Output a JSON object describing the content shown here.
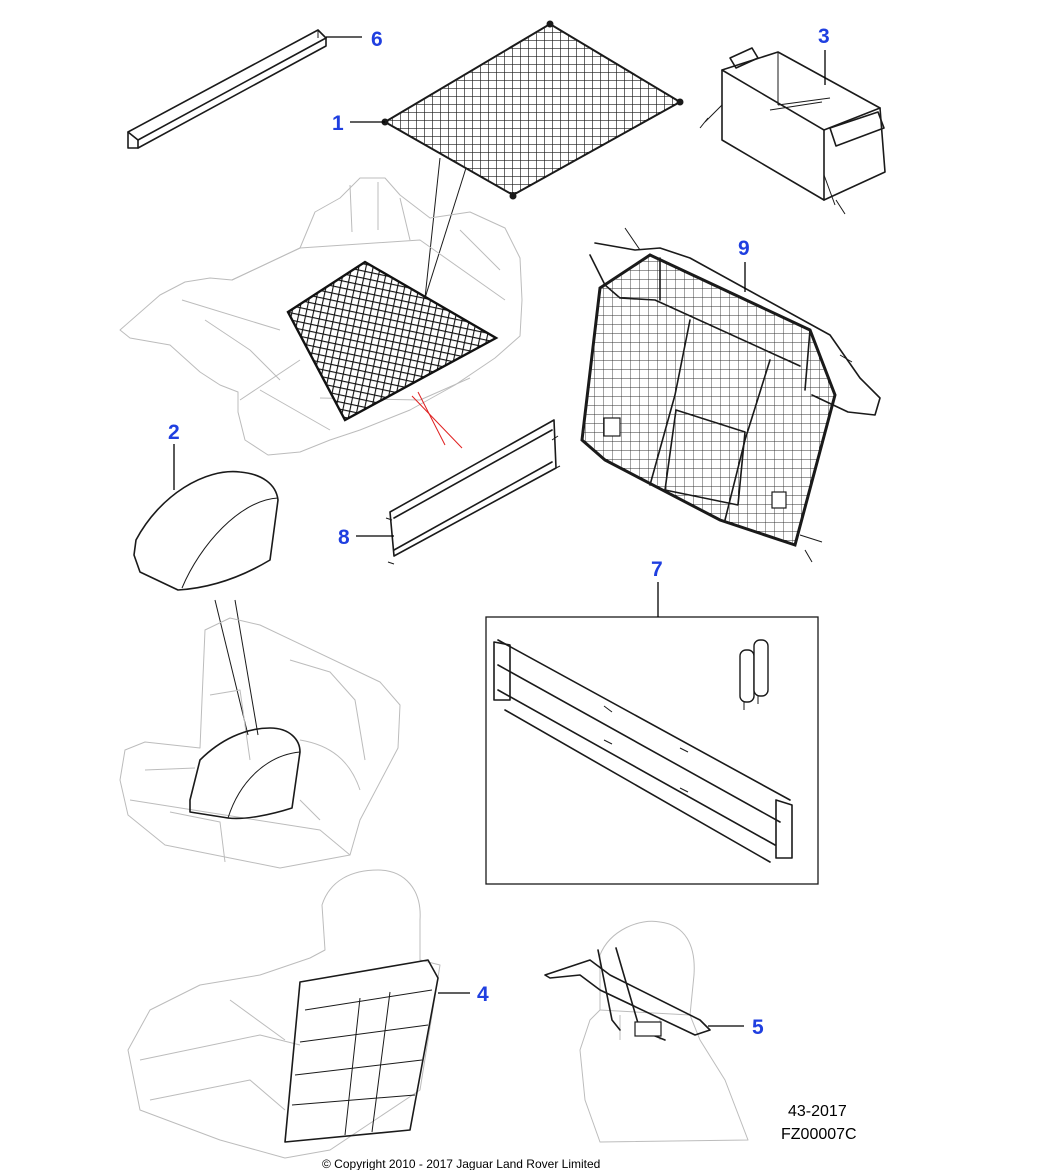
{
  "colors": {
    "callout": "#1f3fe0",
    "ink": "#1a1a1a",
    "ghost": "#bcbcbc",
    "accent_line": "#e02020"
  },
  "callouts": {
    "c1": "1",
    "c2": "2",
    "c3": "3",
    "c4": "4",
    "c5": "5",
    "c6": "6",
    "c7": "7",
    "c8": "8",
    "c9": "9"
  },
  "footer": {
    "date_code": "43-2017",
    "figure_code": "FZ00007C",
    "copyright": "© Copyright 2010 - 2017 Jaguar Land Rover Limited"
  }
}
